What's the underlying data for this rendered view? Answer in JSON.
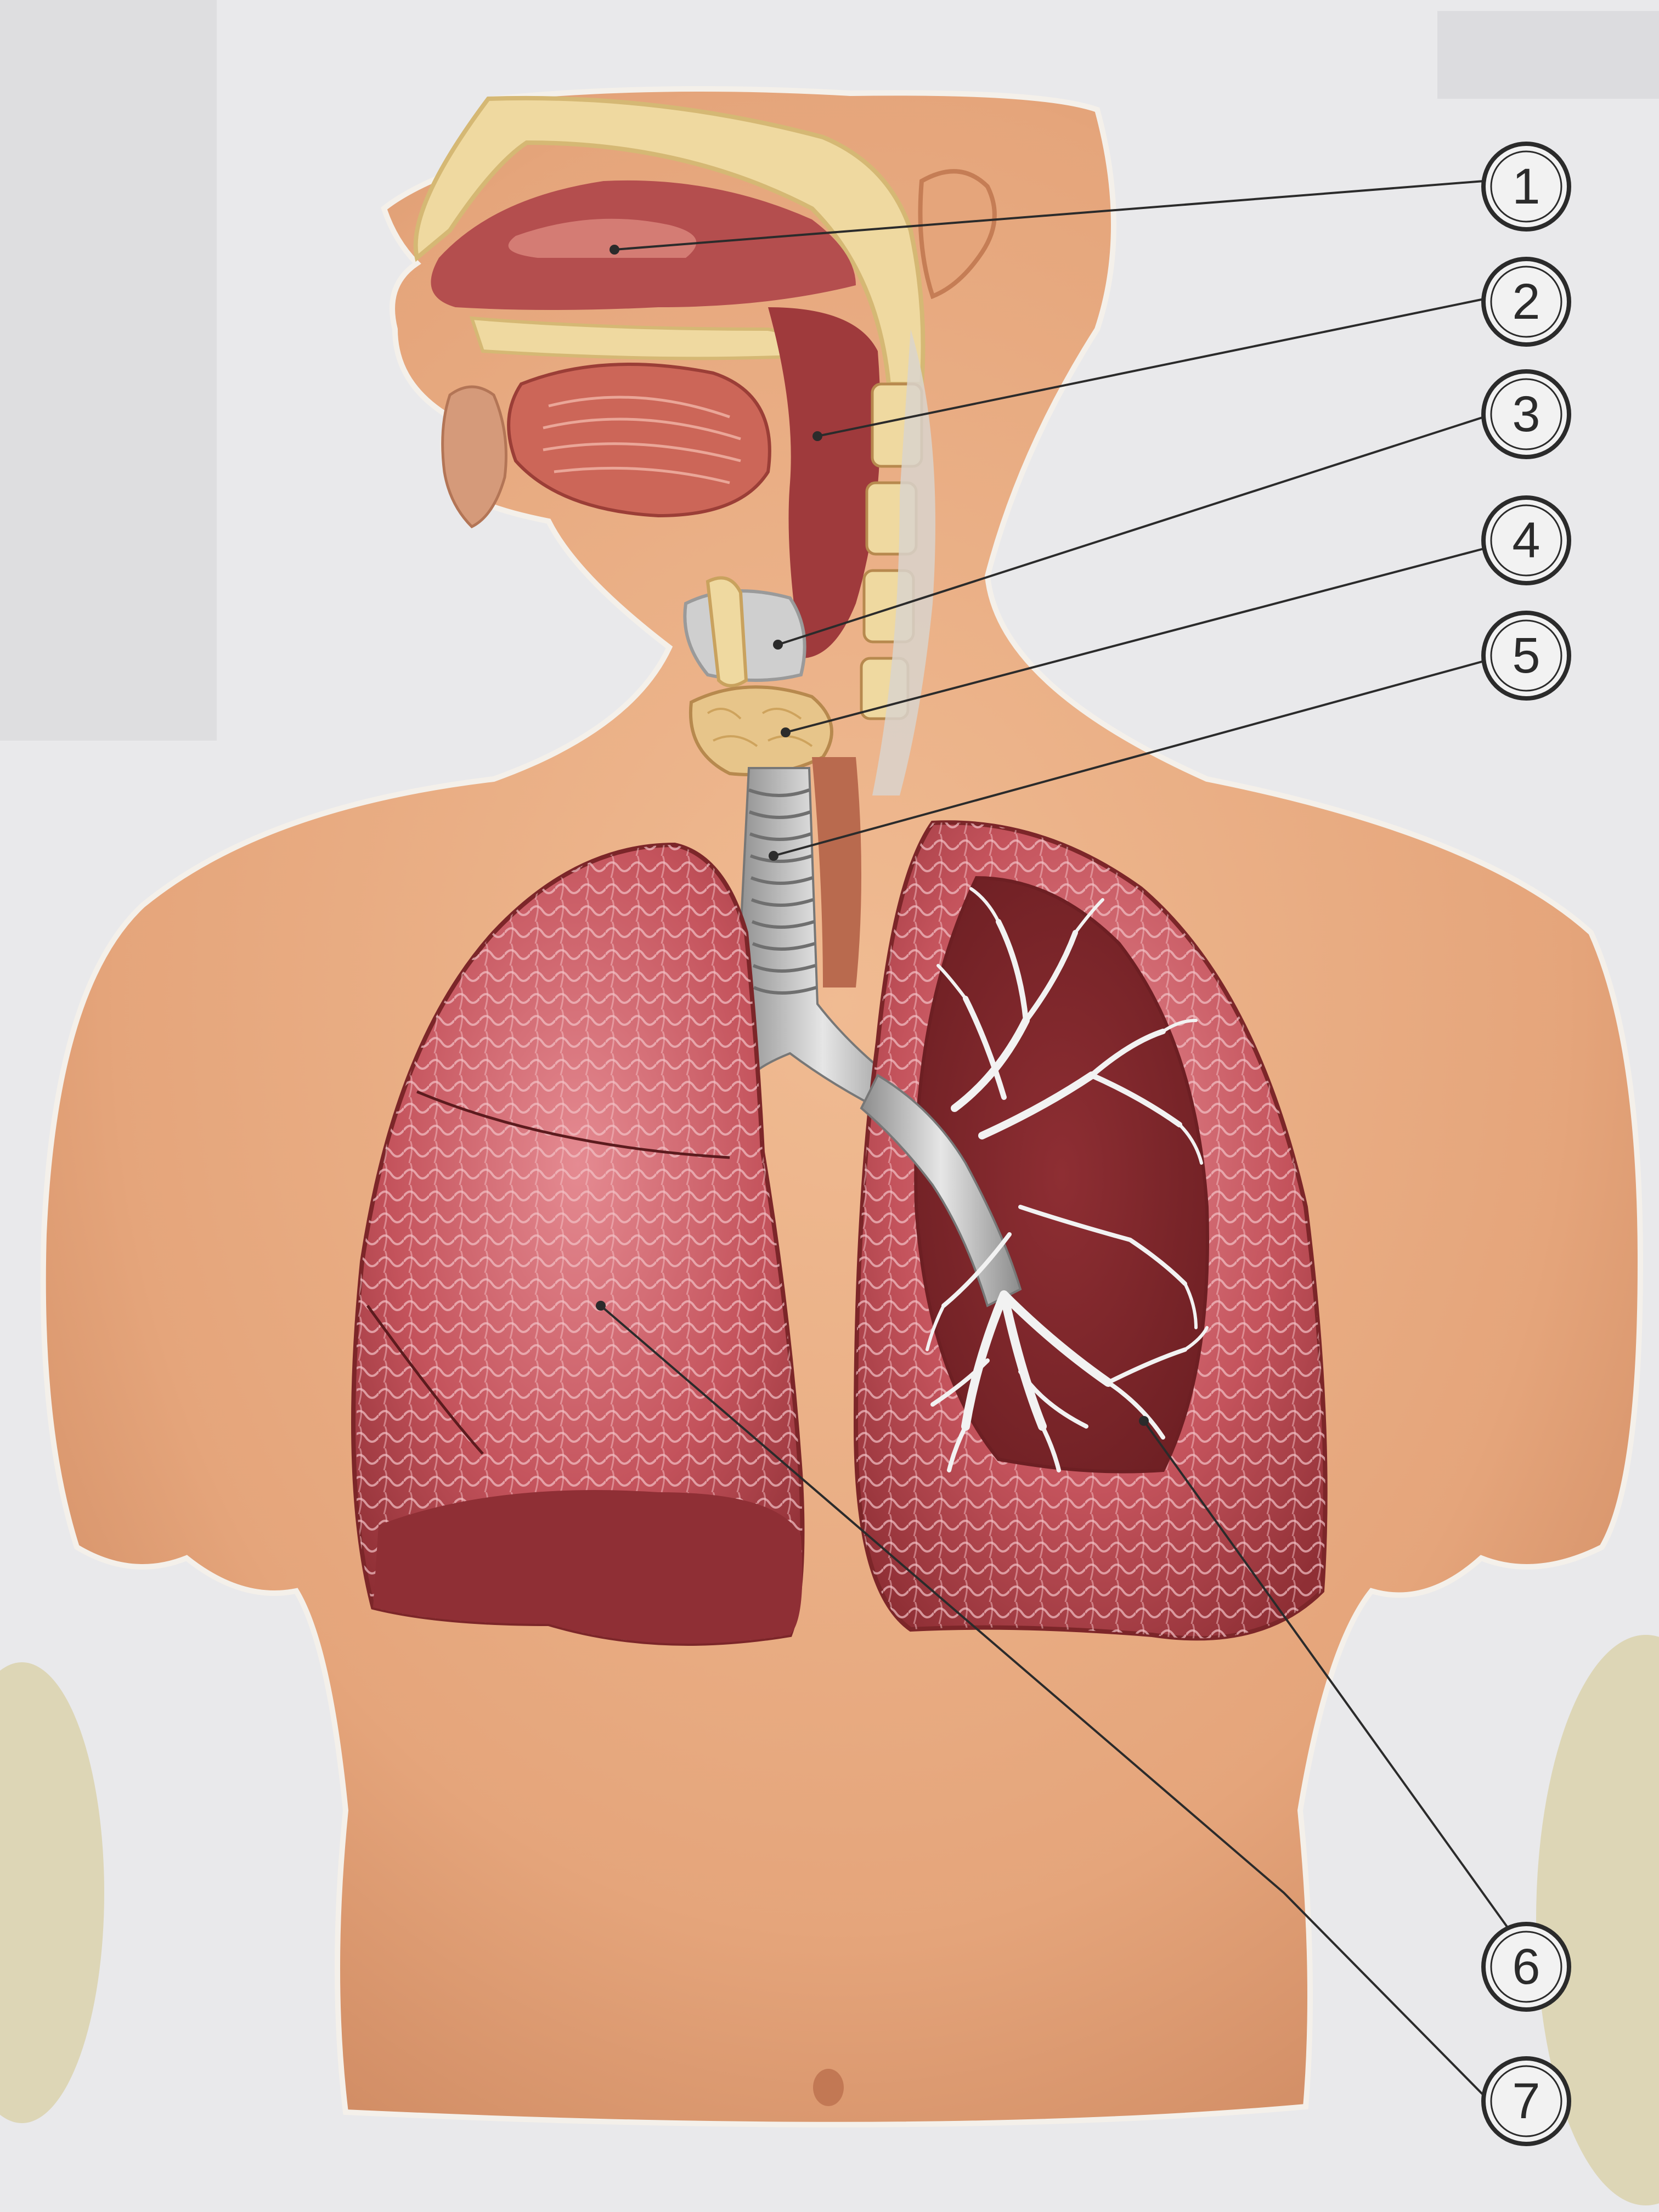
{
  "diagram": {
    "subject": "respiratory-system",
    "colors": {
      "background": "#e9e9eb",
      "skin": "#e8ab80",
      "skin_shadow": "#c98763",
      "lung": "#c4535c",
      "lung_dark": "#8f2f35",
      "airway": "#b24a4a",
      "trachea": "#c9c9c9",
      "bone": "#efd9a0",
      "leader_line": "#2b2b2b"
    },
    "callouts": [
      {
        "id": 1,
        "label": "1",
        "target": "nasal-cavity"
      },
      {
        "id": 2,
        "label": "2",
        "target": "pharynx"
      },
      {
        "id": 3,
        "label": "3",
        "target": "epiglottis"
      },
      {
        "id": 4,
        "label": "4",
        "target": "larynx"
      },
      {
        "id": 5,
        "label": "5",
        "target": "trachea"
      },
      {
        "id": 6,
        "label": "6",
        "target": "bronchial-tree"
      },
      {
        "id": 7,
        "label": "7",
        "target": "right-lung"
      }
    ]
  }
}
